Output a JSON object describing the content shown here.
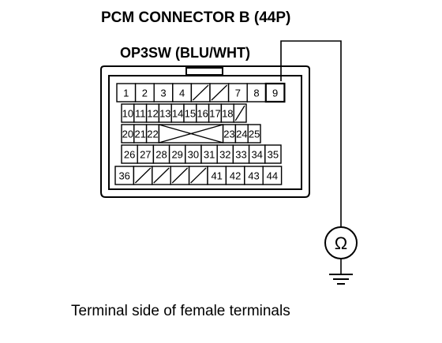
{
  "diagram": {
    "title": "PCM CONNECTOR B (44P)",
    "wire_label": "OP3SW (BLU/WHT)",
    "caption": "Terminal side of female terminals",
    "meter_symbol": "Ω",
    "ground_icon": "ground-icon",
    "connector": {
      "row1": [
        "1",
        "2",
        "3",
        "4",
        "",
        "",
        "7",
        "8",
        "9"
      ],
      "row2": [
        "10",
        "11",
        "12",
        "13",
        "14",
        "15",
        "16",
        "17",
        "18",
        ""
      ],
      "row3_left": [
        "20",
        "21",
        "22"
      ],
      "row3_right": [
        "23",
        "24",
        "25"
      ],
      "row4": [
        "26",
        "27",
        "28",
        "29",
        "30",
        "31",
        "32",
        "33",
        "34",
        "35"
      ],
      "row5": [
        "36",
        "",
        "",
        "",
        "",
        "41",
        "42",
        "43",
        "44"
      ],
      "probe_terminal": "9"
    }
  }
}
